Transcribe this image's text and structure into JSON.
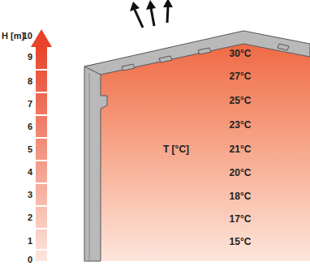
{
  "diagram": {
    "labels": [
      "H [m]",
      "10",
      "9",
      "8",
      "7",
      "6",
      "5",
      "4",
      "3",
      "2",
      "1",
      "0",
      "T [°C]",
      "30°C",
      "27°C",
      "25°C",
      "23°C",
      "21°C",
      "20°C",
      "18°C",
      "17°C",
      "15°C"
    ]
  }
}
